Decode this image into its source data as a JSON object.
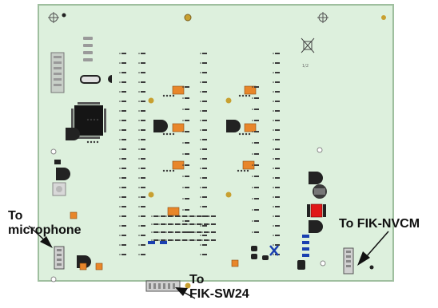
{
  "labels": {
    "microphone_line1": "To",
    "microphone_line2": "microphone",
    "nvcm": "To FIK-NVCM",
    "sw24_line1": "To",
    "sw24_line2": "FIK-SW24"
  },
  "colors": {
    "board": "#ddf0dd",
    "board_edge": "#9fbf9f",
    "component_orange": "#e8862a",
    "component_dark": "#2a2a2a",
    "component_red": "#e01818",
    "component_blue": "#1a3fb0",
    "pad_gold": "#c8a030"
  }
}
